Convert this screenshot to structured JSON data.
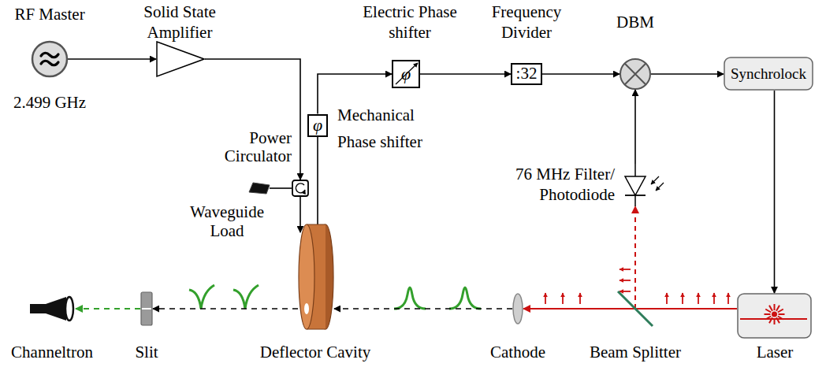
{
  "diagram": {
    "nodes": [
      {
        "text": [
          "RF Master",
          "2.499 GHz"
        ]
      },
      {
        "text": [
          "Solid State Amplifier"
        ]
      },
      {
        "text": [
          "Electric Phase shifter",
          "φ"
        ]
      },
      {
        "text": [
          "Frequency Divider",
          ":32"
        ]
      },
      {
        "text": [
          "DBM"
        ]
      },
      {
        "text": [
          "Synchrolock"
        ]
      },
      {
        "text": [
          "φ",
          "Mechanical Phase shifter"
        ]
      },
      {
        "text": [
          "Power Circulator"
        ]
      },
      {
        "text": [
          "Waveguide Load"
        ]
      },
      {
        "text": [
          "Laser"
        ]
      },
      {
        "text": [
          "76 MHz Filter/ Photodiode"
        ]
      },
      {
        "text": [
          "Beam Splitter"
        ]
      },
      {
        "text": [
          "Cathode"
        ]
      },
      {
        "text": [
          "Deflector Cavity"
        ]
      },
      {
        "text": [
          "Slit"
        ]
      },
      {
        "text": [
          "Channeltron"
        ]
      }
    ],
    "edges": [
      {
        "from": 0,
        "to": 1,
        "arrow": "to"
      },
      {
        "from": 1,
        "to": 7,
        "arrow": "to"
      },
      {
        "from": 7,
        "to": 8,
        "arrow": "none"
      },
      {
        "from": 7,
        "to": 13,
        "arrow": "to"
      },
      {
        "from": 13,
        "to": 6,
        "arrow": "none"
      },
      {
        "from": 6,
        "to": 2,
        "arrow": "to"
      },
      {
        "from": 2,
        "to": 3,
        "arrow": "to"
      },
      {
        "from": 3,
        "to": 4,
        "arrow": "to"
      },
      {
        "from": 4,
        "to": 5,
        "arrow": "to"
      },
      {
        "from": 5,
        "to": 9,
        "arrow": "to"
      },
      {
        "from": 9,
        "to": 11,
        "arrow": "none"
      },
      {
        "from": 11,
        "to": 12,
        "arrow": "to"
      },
      {
        "from": 11,
        "to": 10,
        "arrow": "to"
      },
      {
        "from": 10,
        "to": 4,
        "arrow": "to"
      },
      {
        "from": 12,
        "to": 13,
        "arrow": "to"
      },
      {
        "from": 13,
        "to": 14,
        "arrow": "to"
      },
      {
        "from": 14,
        "to": 15,
        "arrow": "to"
      }
    ]
  }
}
